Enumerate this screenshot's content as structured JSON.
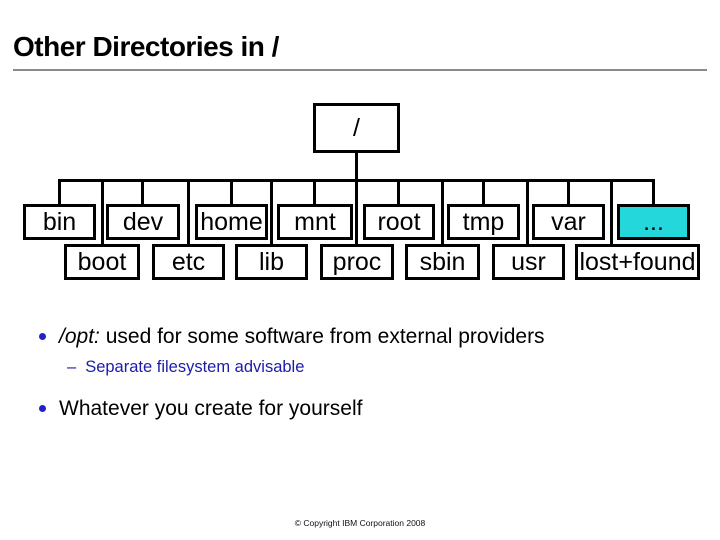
{
  "slide": {
    "title": "Other Directories in /",
    "footer": "© Copyright IBM Corporation 2008"
  },
  "tree": {
    "root_label": "/",
    "top_row": [
      {
        "label": "bin"
      },
      {
        "label": "dev"
      },
      {
        "label": "home"
      },
      {
        "label": "mnt"
      },
      {
        "label": "root"
      },
      {
        "label": "tmp"
      },
      {
        "label": "var"
      },
      {
        "label": "...",
        "highlighted": true
      }
    ],
    "bottom_row": [
      {
        "label": "boot"
      },
      {
        "label": "etc"
      },
      {
        "label": "lib"
      },
      {
        "label": "proc"
      },
      {
        "label": "sbin"
      },
      {
        "label": "usr"
      },
      {
        "label": "lost+found"
      }
    ]
  },
  "bullets": {
    "item1_term": "/opt:",
    "item1_rest": " used for some software from external providers",
    "sub1_dash": "–",
    "sub1": "Separate filesystem advisable",
    "item2": "Whatever you create for yourself"
  },
  "colors": {
    "highlight": "#24d7db",
    "bullet_dot": "#2222c0",
    "sub_bullet_text": "#1c1caa"
  }
}
